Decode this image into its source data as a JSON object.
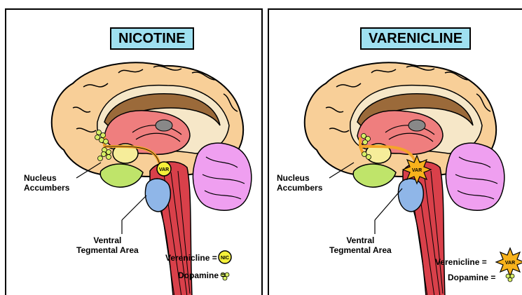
{
  "left": {
    "title": "NICOTINE",
    "nucleus_label_line1": "Nucleus",
    "nucleus_label_line2": "Accumbers",
    "vta_label_line1": "Ventral",
    "vta_label_line2": "Tegmental Area",
    "molecule_on_receptor": "VAR",
    "legend_drug_label": "Verenicline =",
    "legend_drug_icon_text": "NIC",
    "legend_dopamine_label": "Dopamine ="
  },
  "right": {
    "title": "VARENICLINE",
    "nucleus_label_line1": "Nucleus",
    "nucleus_label_line2": "Accumbers",
    "vta_label_line1": "Ventral",
    "vta_label_line2": "Tegmental Area",
    "molecule_on_receptor": "VAR",
    "legend_drug_label": "Verenicline =",
    "legend_drug_icon_text": "VAR",
    "legend_dopamine_label": "Dopamine ="
  },
  "colors": {
    "cortex": "#f8cf98",
    "white_matter": "#f6e7c8",
    "inner_dark": "#9b6a3a",
    "thalamus": "#ef7e7e",
    "cerebellum": "#ef9ff0",
    "brainstem": "#d9404a",
    "vta": "#8fb6e8",
    "nucleus": "#bfe46a",
    "dopamine": "#d6ee66",
    "pathway": "#f4a42a",
    "nicotine_icon": "#f5f03a",
    "varenicline_star": "#f7b21c",
    "title_bg": "#9fe0f0"
  }
}
